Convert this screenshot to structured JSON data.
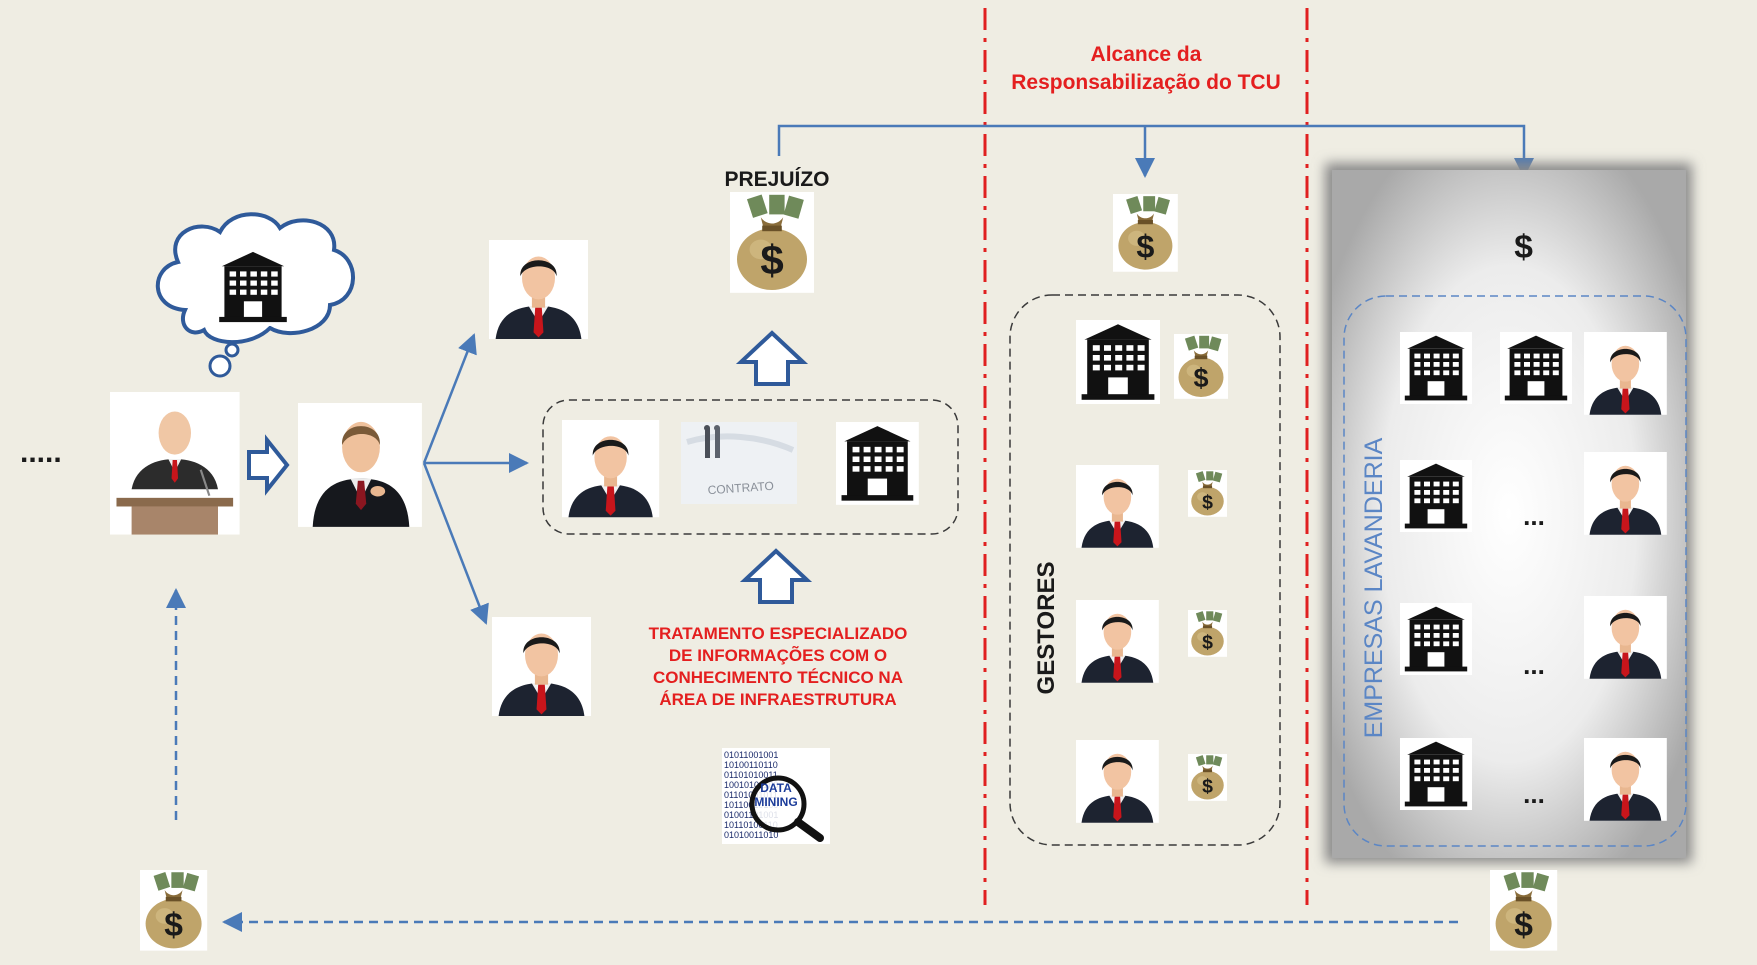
{
  "diagram": {
    "ellipsis_left": ".....",
    "prejuizo_label": "PREJUÍZO",
    "alcance_line1": "Alcance da",
    "alcance_line2": "Responsabilização do TCU",
    "tratamento_lines": [
      "TRATAMENTO ESPECIALIZADO",
      "DE INFORMAÇÕES COM O",
      "CONHECIMENTO TÉCNICO NA",
      "ÁREA DE INFRAESTRUTURA"
    ],
    "gestores_label": "GESTORES",
    "empresas_label": "EMPRESAS LAVANDERIA",
    "contrato_text": "CONTRATO",
    "data_mining_line1": "DATA",
    "data_mining_line2": "MINING",
    "ellipsis_grid": [
      "...",
      "...",
      "..."
    ],
    "currency_symbol": "$"
  },
  "colors": {
    "background": "#efede3",
    "arrow_blue": "#4a7ab8",
    "label_red": "#e41f1f",
    "dash_red": "#e02020",
    "lavanderia_blue": "#5b86c5",
    "dark_text": "#1a1a1a"
  },
  "icons": [
    "building-icon",
    "businessman-icon",
    "money-bag-icon",
    "speaker-podium-icon",
    "contract-photo-icon",
    "data-mining-icon",
    "thought-cloud-icon"
  ]
}
